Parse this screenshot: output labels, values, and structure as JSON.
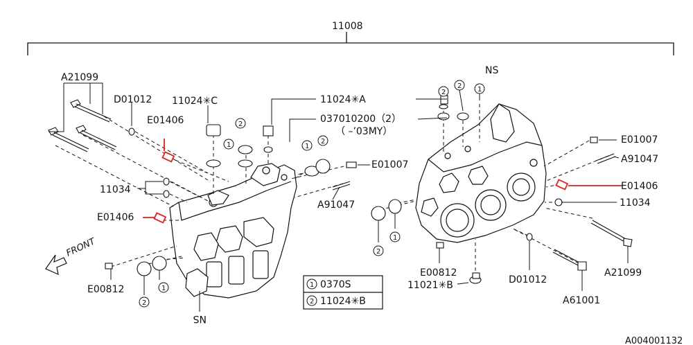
{
  "diagram": {
    "assembly_label": "11008",
    "engine_note_left": "NS",
    "engine_note_right": "NS",
    "front_label": "FRONT",
    "drawing_number": "A004001132",
    "highlight_color": "#e0201c",
    "line_color": "#111111",
    "labels": {
      "a21099_left": "A21099",
      "d01012_left": "D01012",
      "n11024c": "11024✳C",
      "e01406_upper_left": "E01406",
      "n11024a": "11024✳A",
      "n037010200": "037010200（2）",
      "n03my": "（    –’03MY）",
      "e01007_mid": "E01007",
      "n11034_left": "11034",
      "a91047_mid": "A91047",
      "e01406_lower_left": "E01406",
      "e00812_left": "E00812",
      "e01007_right": "E01007",
      "a91047_right": "A91047",
      "e01406_right": "E01406",
      "n11034_right": "11034",
      "e00812_mid": "E00812",
      "n11021b": "11021✳B",
      "d01012_right": "D01012",
      "a61001": "A61001",
      "a21099_right": "A21099"
    },
    "legend": [
      {
        "num": "1",
        "part": "0370S"
      },
      {
        "num": "2",
        "part": "11024✳B"
      }
    ]
  }
}
